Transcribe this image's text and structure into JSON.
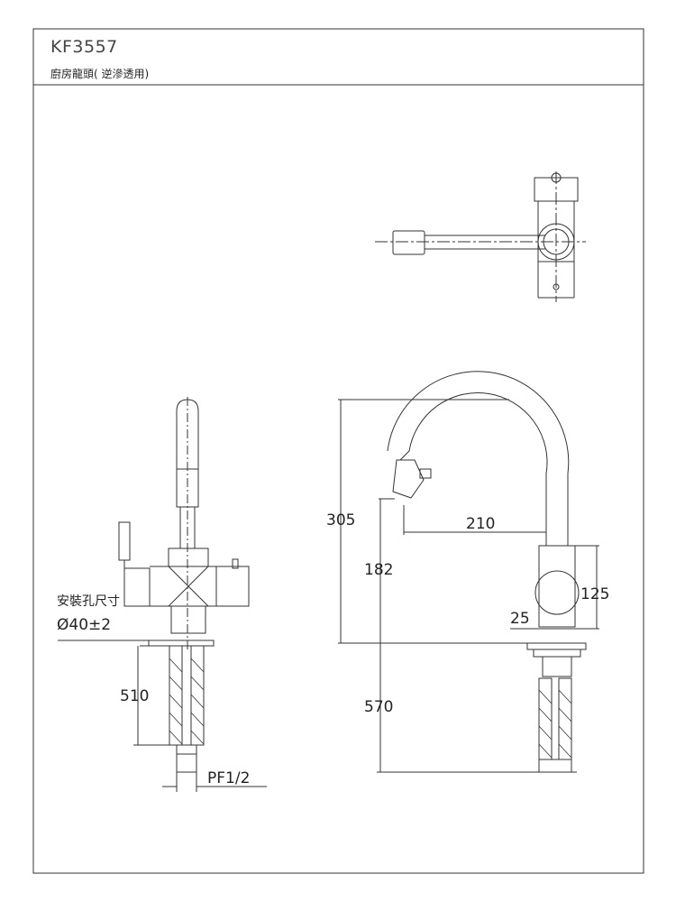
{
  "title_block": {
    "model": "KF3557",
    "description": "廚房龍頭( 逆滲透用)"
  },
  "side_view": {
    "hole_label": "安裝孔尺寸",
    "hole_size": "Ø40±2",
    "hose_length": "510",
    "thread": "PF1/2"
  },
  "front_view": {
    "total_height": "305",
    "spout_height": "182",
    "spout_reach": "210",
    "body_height": "125",
    "body_offset": "25",
    "hose_length": "570"
  }
}
